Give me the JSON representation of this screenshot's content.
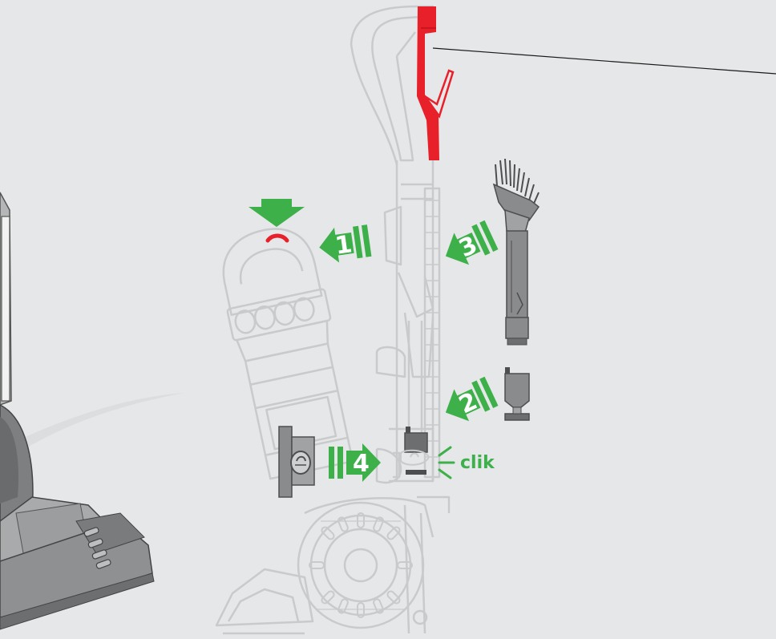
{
  "colors": {
    "background": "#e6e7e8",
    "outline": "#c9cacb",
    "accent_green": "#3db04a",
    "highlight_red": "#e8202a",
    "part_grey": "#8a8b8d",
    "part_dark": "#4d4e50"
  },
  "steps": [
    {
      "number": "1",
      "direction": "left"
    },
    {
      "number": "2",
      "direction": "left"
    },
    {
      "number": "3",
      "direction": "left"
    },
    {
      "number": "4",
      "direction": "right"
    }
  ],
  "sound_label": "clik",
  "icons": [
    "down-arrow-icon",
    "click-lines-icon"
  ]
}
